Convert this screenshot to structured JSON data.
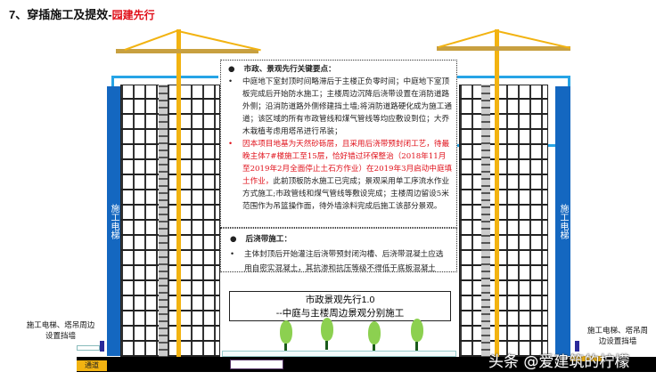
{
  "title": {
    "main": "7、穿插施工及提效-",
    "highlight": "园建先行"
  },
  "left": {
    "elevator_label": "施工电梯",
    "wall_label": "施工电梯、塔吊周边设置挡墙",
    "road_label": "通道"
  },
  "right": {
    "elevator_label": "施工电梯",
    "wall_label": "施工电梯、塔吊周边设置挡墙"
  },
  "notes": {
    "section1_heading": "市政、景观先行关键要点：",
    "item1": "中庭地下室封顶时间略滞后于主楼正负零时间；中庭地下室顶板完成后开始防水施工；主楼周边沉降后浇带设置在消防道路外侧；沿消防道路外侧修建挡土墙;将消防道路硬化成为施工通道；该区域的所有市政管线和煤气管线等均应敷设到位；大乔木栽植考虑用塔吊进行吊装；",
    "item2_red": "因本项目地基为天然砂砾层，且采用后浇带预封闭工艺，待最晚主体7#楼施工至15层，恰好错过环保整治（2018年11月至2019年2月全面停止土石方作业）在2019年3月启动中庭填土作业，",
    "item2_black": "此前顶板防水施工已完成；景观采用单工序流水作业方式施工;市政管线和煤气管线等敷设完成；主楼周边留设5米范围作为吊篮操作面，待外墙涂料完成后施工该部分景观。",
    "section2_heading": "后浇带施工：",
    "item3": "主体封顶后开始灌注后浇带预封闭沟槽、后浇带混凝土应选用自密实混凝土，其抗渗和抗压等级不得低于底板混凝土"
  },
  "caption": {
    "line1": "市政景观先行1.0",
    "line2": "--中庭与主楼周边景观分别施工"
  },
  "watermark": "头条 @爱建筑的柠檬",
  "colors": {
    "elevator": "#1467c0",
    "crane": "#f2b311",
    "frame": "#26a4e6",
    "accent_red": "#e0101a",
    "tree": "#8cd050"
  }
}
